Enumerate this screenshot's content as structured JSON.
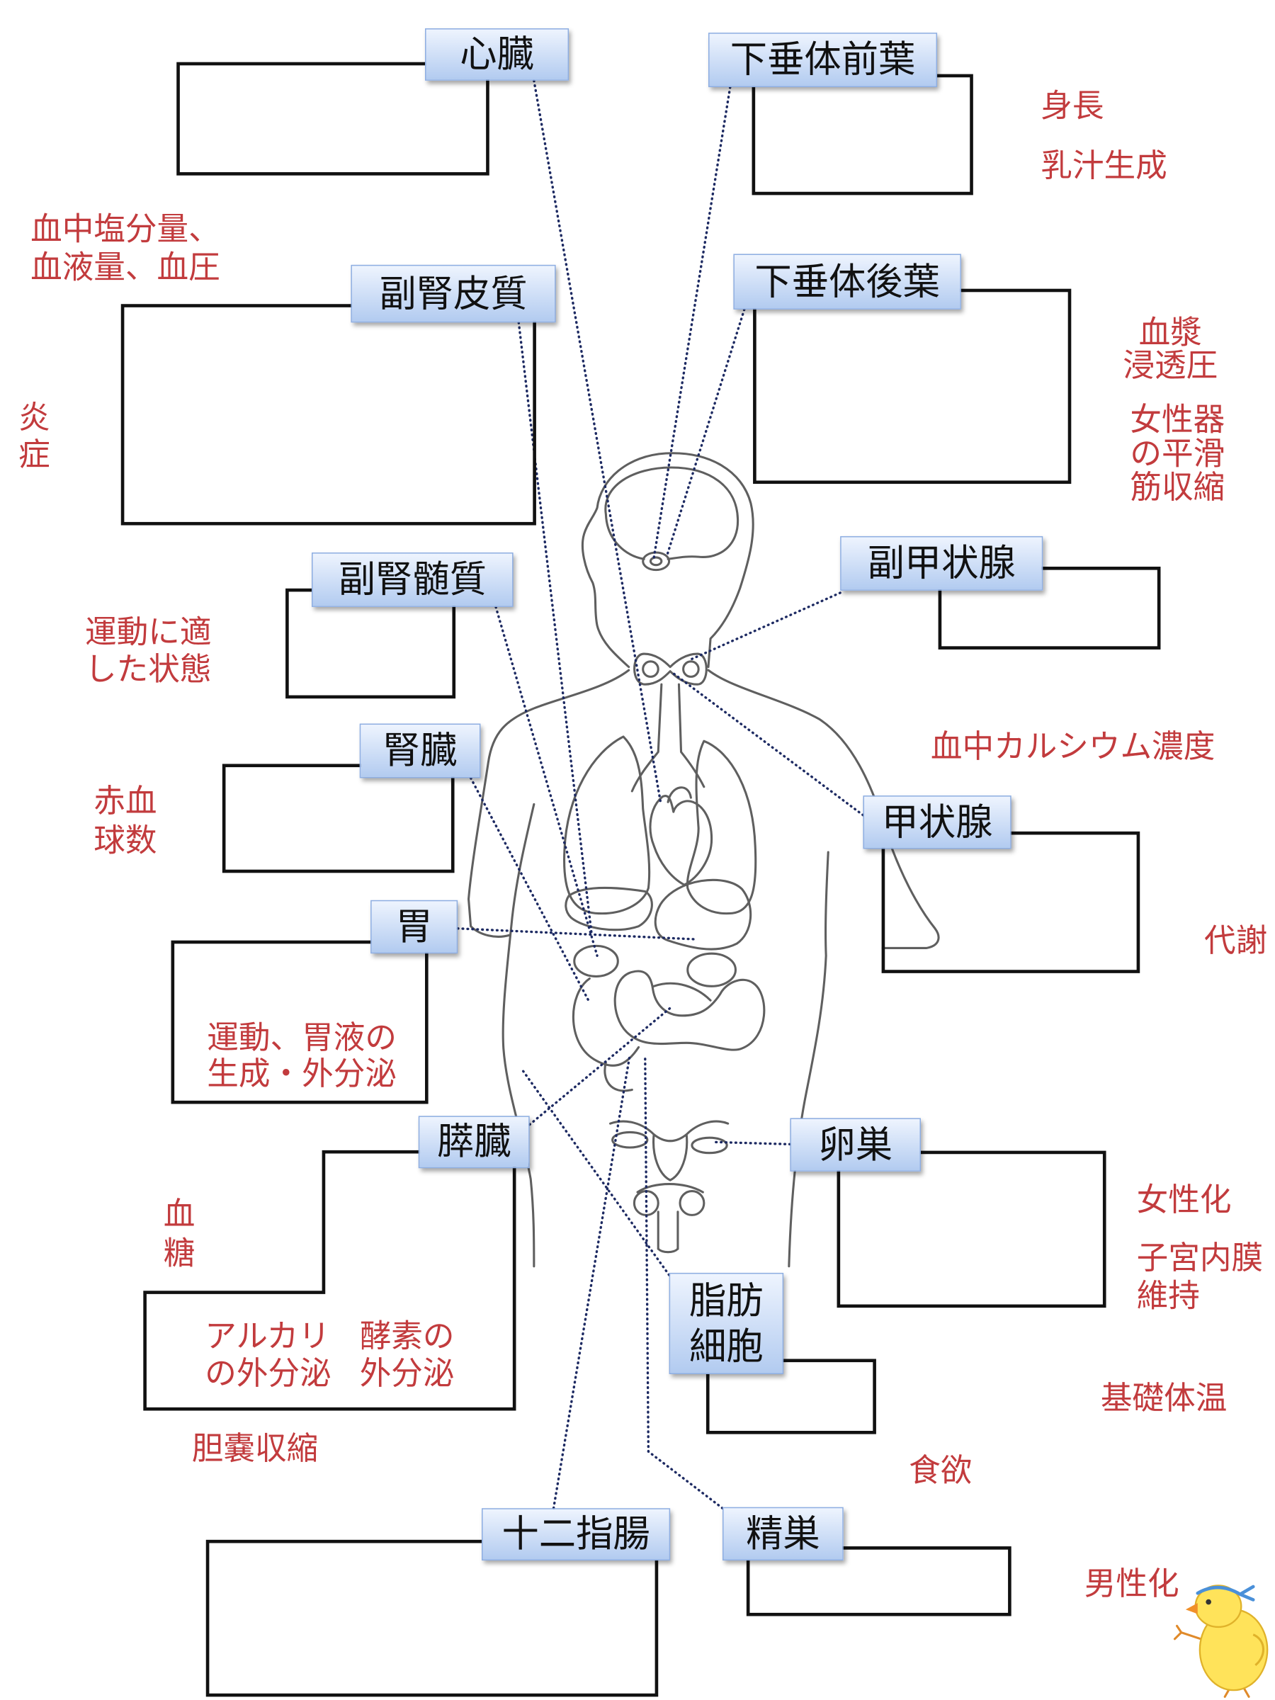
{
  "colors": {
    "annotation": "#c23b3d",
    "label_top": "#eef4fe",
    "label_bottom": "#b2cbf0",
    "label_border": "#8eaee2",
    "connector": "#1d2a62",
    "answer_box": "#111111",
    "body_outline": "#5f5f5f",
    "mascot_body": "#ffe35a",
    "mascot_headband": "#4a90d9",
    "mascot_beak": "#f0902a"
  },
  "icons": {
    "mascot": "chick-icon"
  },
  "organs": {
    "heart": "心臓",
    "anterior_pituitary": "下垂体前葉",
    "adrenal_cortex": "副腎皮質",
    "posterior_pituitary": "下垂体後葉",
    "adrenal_medulla": "副腎髄質",
    "parathyroid": "副甲状腺",
    "kidney": "腎臓",
    "thyroid": "甲状腺",
    "stomach": "胃",
    "pancreas": "膵臓",
    "ovary": "卵巣",
    "adipocyte": [
      "脂肪",
      "細胞"
    ],
    "duodenum": "十二指腸",
    "testis": "精巣"
  },
  "annotations": {
    "height": "身長",
    "lactation": "乳汁生成",
    "blood_salt": [
      "血中塩分量、",
      "血液量、血圧"
    ],
    "plasma_osmotic": [
      "血漿",
      "浸透圧"
    ],
    "female_smooth_muscle": [
      "女性器",
      "の平滑",
      "筋収縮"
    ],
    "inflammation": [
      "炎",
      "症"
    ],
    "exercise_state": [
      "運動に適",
      "した状態"
    ],
    "blood_calcium": "血中カルシウム濃度",
    "red_blood_cells": [
      "赤血",
      "球数"
    ],
    "metabolism": "代謝",
    "gastric": [
      "運動、胃液の",
      "生成・外分泌"
    ],
    "blood_sugar": [
      "血",
      "糖"
    ],
    "feminization": "女性化",
    "endometrium": [
      "子宮内膜",
      "維持"
    ],
    "alkaline": [
      "アルカリ",
      "の外分泌"
    ],
    "enzyme": [
      "酵素の",
      "外分泌"
    ],
    "basal_temperature": "基礎体温",
    "gallbladder": "胆嚢収縮",
    "appetite": "食欲",
    "masculinization": "男性化"
  }
}
